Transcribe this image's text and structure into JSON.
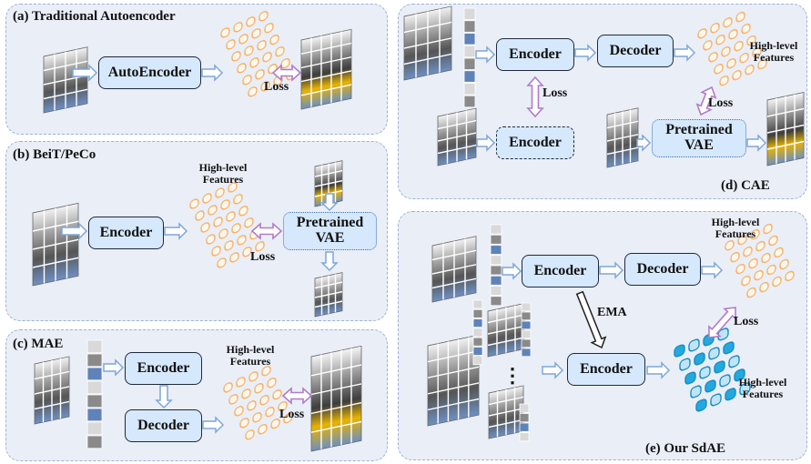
{
  "panels": {
    "a": {
      "title": "(a) Traditional Autoencoder",
      "model_label": "AutoEncoder",
      "loss": "Loss"
    },
    "b": {
      "title": "(b) BeiT/PeCo",
      "encoder": "Encoder",
      "features": [
        "High-level",
        "Features"
      ],
      "vae": [
        "Pretrained",
        "VAE"
      ],
      "loss": "Loss"
    },
    "c": {
      "title": "(c) MAE",
      "encoder": "Encoder",
      "decoder": "Decoder",
      "features": [
        "High-level",
        "Features"
      ],
      "loss": "Loss"
    },
    "d": {
      "title": "(d) CAE",
      "encoder": "Encoder",
      "decoder": "Decoder",
      "encoder2": "Encoder",
      "features": [
        "High-level",
        "Features"
      ],
      "vae": [
        "Pretrained",
        "VAE"
      ],
      "loss_left": "Loss",
      "loss_right": "Loss"
    },
    "e": {
      "title": "(e) Our SdAE",
      "encoder": "Encoder",
      "decoder": "Decoder",
      "encoder2": "Encoder",
      "ema": "EMA",
      "features_top": [
        "High-level",
        "Features"
      ],
      "features_bottom": [
        "High-level",
        "Features"
      ],
      "loss": "Loss",
      "dots": "⋮"
    }
  },
  "colors": {
    "panel_bg": "#e9eef7",
    "panel_border": "#9fb2d6",
    "box_fill": "#d6e8fb",
    "feature_tile": "#f5b26b",
    "arrow_blue": "#7fa6d8",
    "arrow_purple": "#b07cc6",
    "cyan_tile": "#21a9e0"
  }
}
